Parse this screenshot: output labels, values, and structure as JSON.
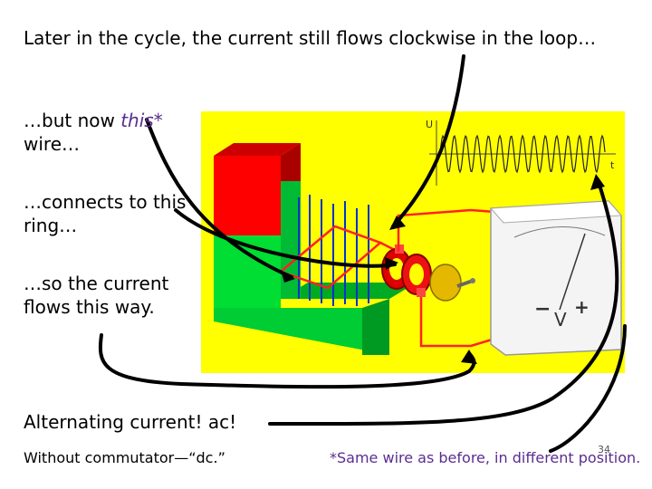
{
  "text": {
    "line1": "Later in the cycle, the current still flows clockwise in the loop…",
    "line2_a": "…but now ",
    "line2_b": "this*",
    "line2_c": "wire…",
    "line3_a": "…connects to this",
    "line3_b": "ring…",
    "line4_a": "…so the current",
    "line4_b": "flows this way.",
    "line5": "Alternating current!  ac!",
    "line6": "Without commutator—“dc.”",
    "line7": "*Same wire as before, in different position.",
    "slide_number": "34"
  },
  "graph": {
    "ylabel": "U",
    "xlabel": "t"
  },
  "meter": {
    "minus": "−",
    "unit": "V",
    "plus": "+"
  },
  "colors": {
    "background_panel": "#ffff00",
    "magnet_red": "#ff0000",
    "magnet_green": "#00cc33",
    "field_lines": "#0033cc",
    "loop": "#ff2222",
    "meter_body": "#f4f4f4",
    "brush": "#e5b800",
    "arrow": "#000000"
  }
}
